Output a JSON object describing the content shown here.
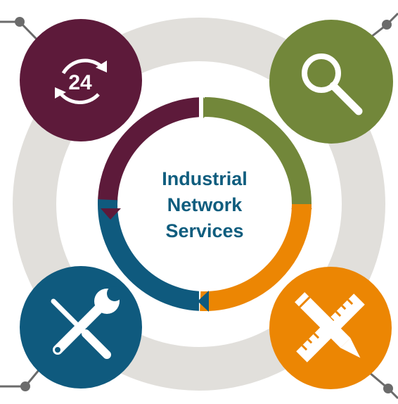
{
  "center": {
    "line1": "Industrial",
    "line2": "Network",
    "line3": "Services"
  },
  "nodes": [
    {
      "name": "service-24-7",
      "icon": "24-hour-cycle-icon",
      "label": "24",
      "color": "#5d1a3a"
    },
    {
      "name": "analysis",
      "icon": "magnifier-icon",
      "color": "#72873a"
    },
    {
      "name": "planning",
      "icon": "pencil-ruler-icon",
      "color": "#ec8603"
    },
    {
      "name": "maintenance",
      "icon": "wrench-screwdriver-icon",
      "color": "#0f5a7e"
    }
  ],
  "colors": {
    "ring": "#e1dfdb",
    "connector": "#6b6b6b",
    "text": "#0f5d7e"
  }
}
